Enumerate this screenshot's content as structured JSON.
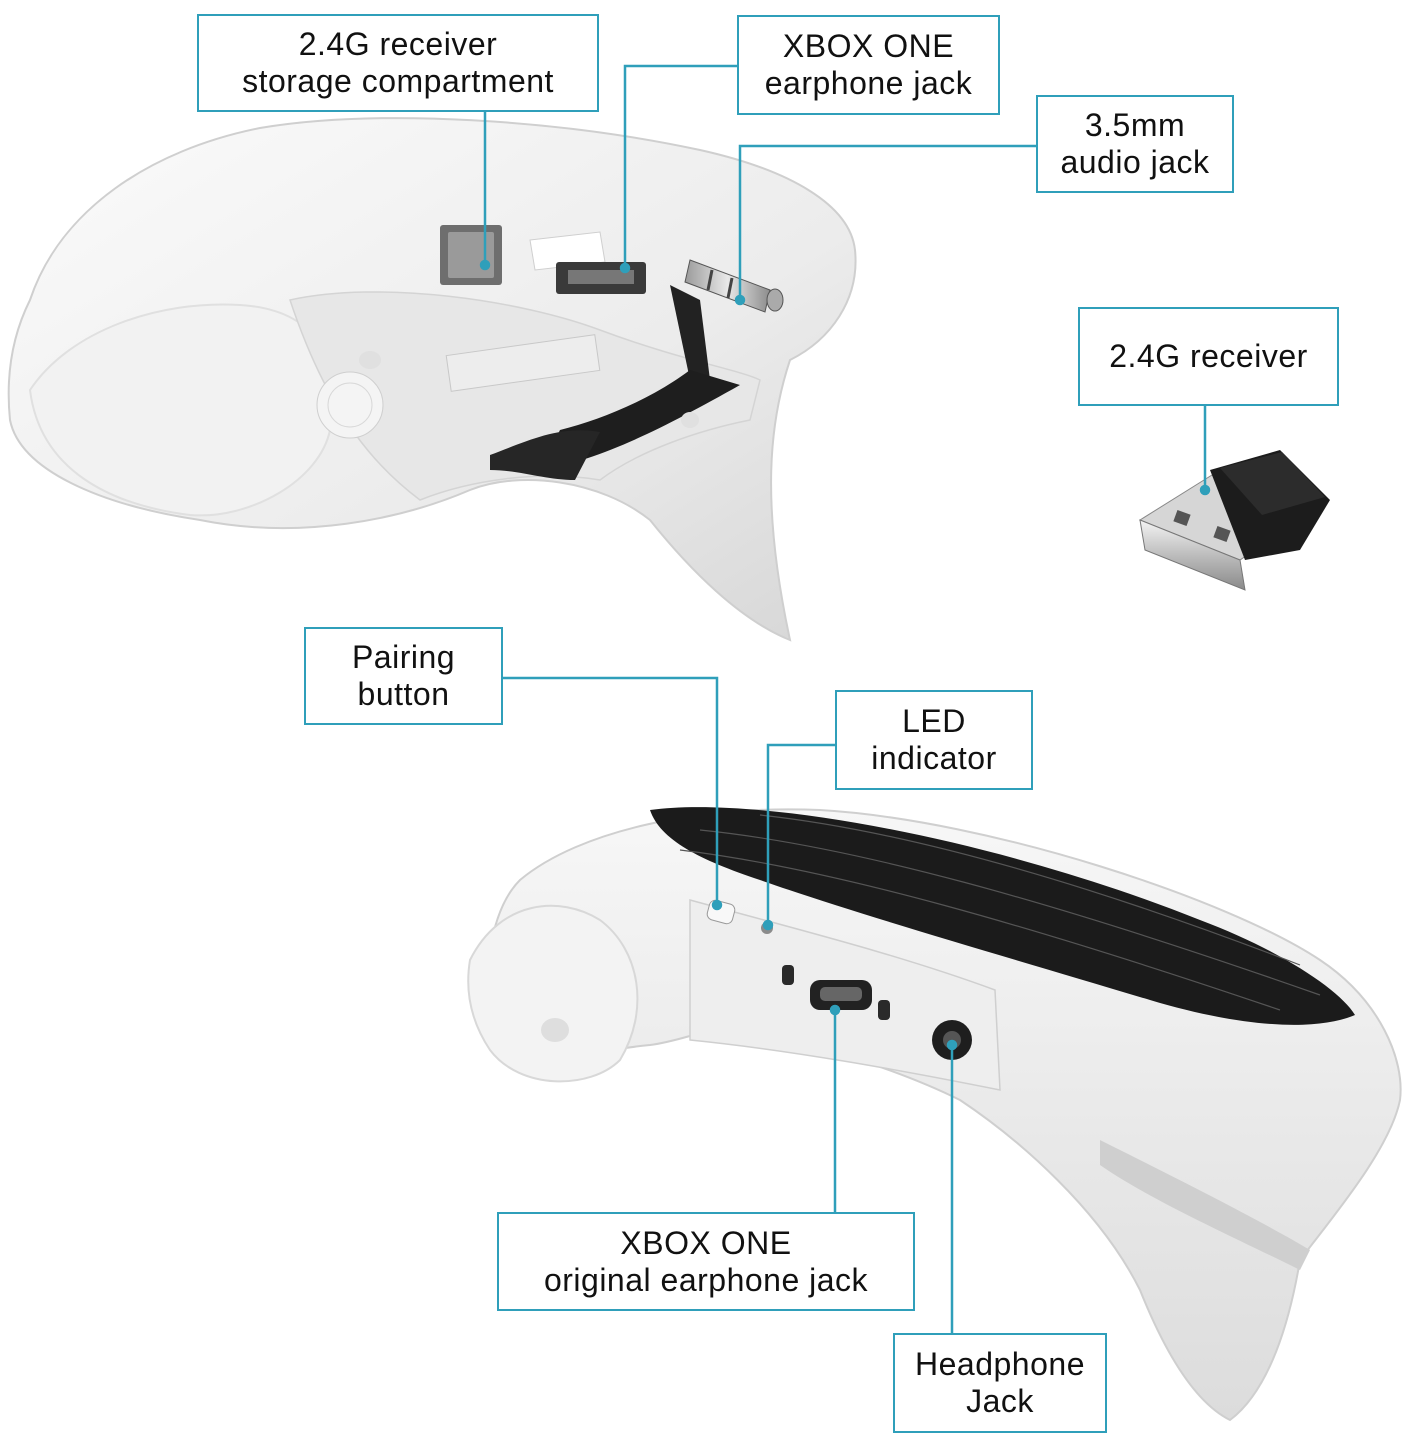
{
  "accent_color": "#2f9fba",
  "callouts": {
    "receiver_storage": {
      "line1": "2.4G receiver",
      "line2": "storage compartment"
    },
    "xbox_earphone": {
      "line1": "XBOX ONE",
      "line2": "earphone jack"
    },
    "audio_jack": {
      "line1": "3.5mm",
      "line2": "audio jack"
    },
    "receiver": {
      "line1": "2.4G receiver"
    },
    "pairing": {
      "line1": "Pairing",
      "line2": "button"
    },
    "led": {
      "line1": "LED",
      "line2": "indicator"
    },
    "xbox_original": {
      "line1": "XBOX ONE",
      "line2": "original earphone jack"
    },
    "headphone": {
      "line1": "Headphone",
      "line2": "Jack"
    }
  },
  "icons": [
    "keyboard-back-view",
    "keyboard-front-view",
    "usb-receiver-icon",
    "audio-plug-icon"
  ]
}
